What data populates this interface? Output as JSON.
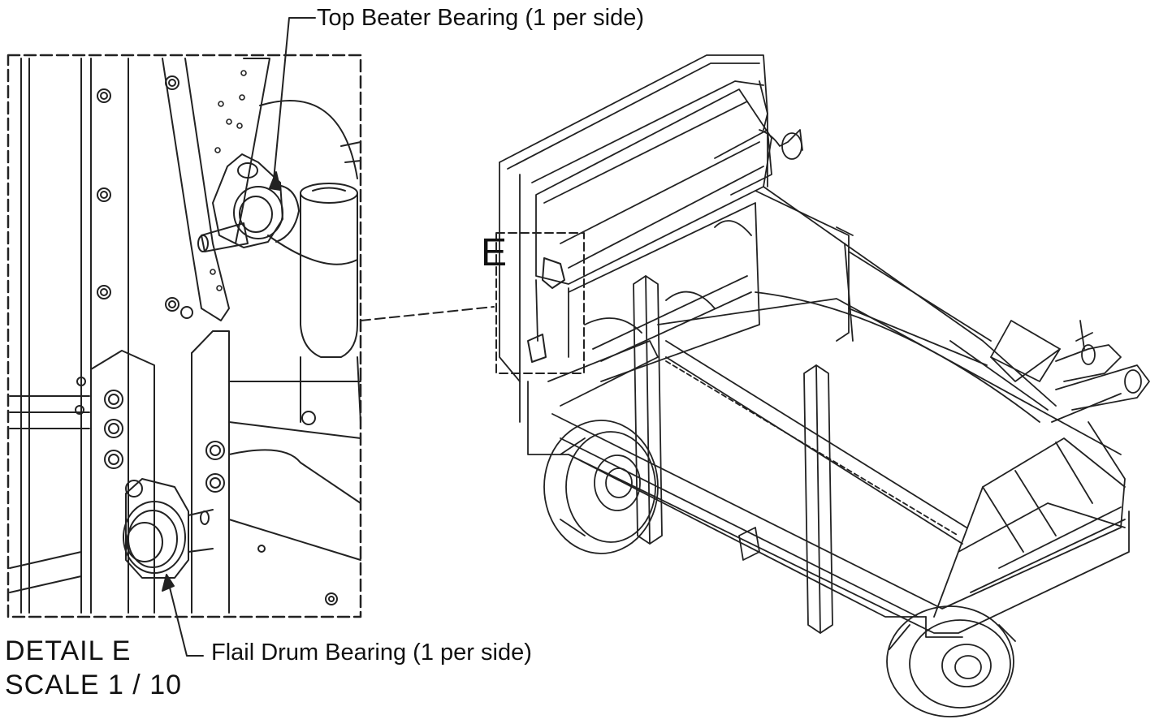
{
  "labels": {
    "top_bearing": "Top Beater Bearing (1 per side)",
    "flail_bearing": "Flail Drum Bearing (1 per side)",
    "detail_title": "DETAIL  E",
    "detail_scale": "SCALE 1 / 10",
    "detail_marker": "E"
  },
  "colors": {
    "line": "#222222",
    "background": "#ffffff"
  }
}
